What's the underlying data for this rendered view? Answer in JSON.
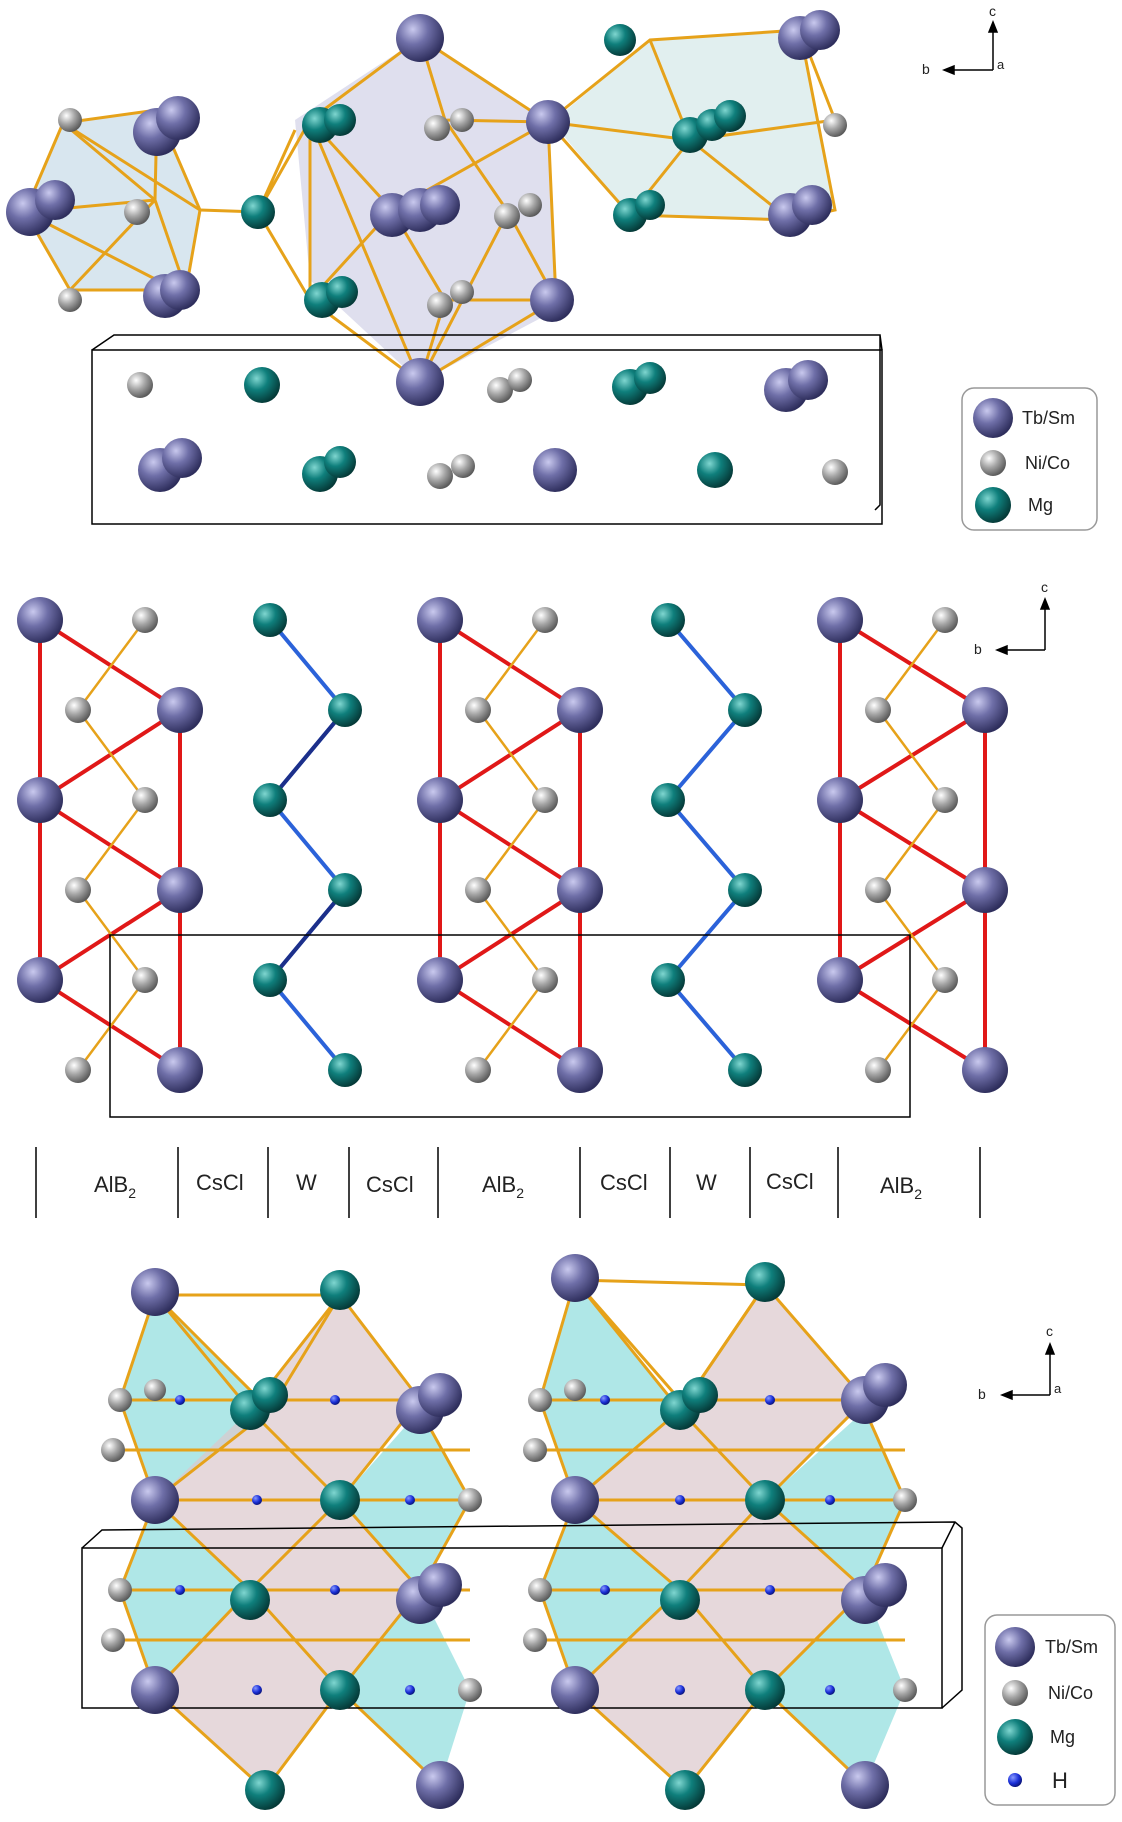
{
  "axes": {
    "top": {
      "vertical": "c",
      "horizontal": "b",
      "depth": "a"
    },
    "middle": {
      "vertical": "c",
      "horizontal": "b"
    },
    "bottom": {
      "vertical": "c",
      "horizontal": "b",
      "depth": "a"
    }
  },
  "legend_top": {
    "items": [
      {
        "label": "Tb/Sm",
        "color": "#6f6fa8",
        "icon": "large-purple-sphere"
      },
      {
        "label": "Ni/Co",
        "color": "#9a9a9a",
        "icon": "small-gray-sphere"
      },
      {
        "label": "Mg",
        "color": "#0f7f7c",
        "icon": "teal-sphere"
      }
    ]
  },
  "legend_bottom": {
    "items": [
      {
        "label": "Tb/Sm",
        "color": "#6f6fa8",
        "icon": "large-purple-sphere"
      },
      {
        "label": "Ni/Co",
        "color": "#9a9a9a",
        "icon": "small-gray-sphere"
      },
      {
        "label": "Mg",
        "color": "#0f7f7c",
        "icon": "teal-sphere"
      },
      {
        "label": "H",
        "color": "#1a2fd8",
        "icon": "blue-dot"
      }
    ]
  },
  "layers": [
    {
      "name": "AlB",
      "sub": "2"
    },
    {
      "name": "CsCl",
      "sub": ""
    },
    {
      "name": "W",
      "sub": ""
    },
    {
      "name": "CsCl",
      "sub": ""
    },
    {
      "name": "AlB",
      "sub": "2"
    },
    {
      "name": "CsCl",
      "sub": ""
    },
    {
      "name": "W",
      "sub": ""
    },
    {
      "name": "CsCl",
      "sub": ""
    },
    {
      "name": "AlB",
      "sub": "2"
    }
  ],
  "colors": {
    "tb": "#6f6fa8",
    "ni": "#9a9a9a",
    "mg": "#0f7f7c",
    "h": "#1a2fd8",
    "bond_gold": "#e6a21a",
    "bond_red": "#e01818",
    "bond_blue": "#2b62d9"
  }
}
